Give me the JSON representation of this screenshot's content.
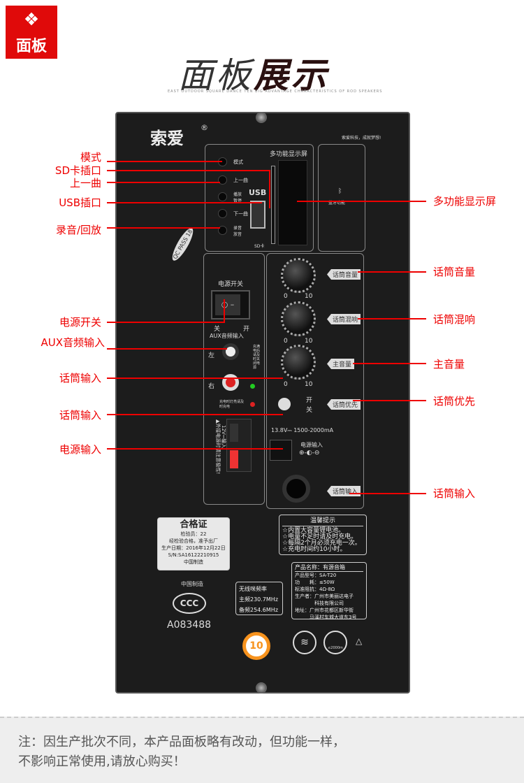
{
  "badge": {
    "label": "面板",
    "icon": "diamond-grid-icon"
  },
  "header": {
    "title_light": "面板",
    "title_bold": "展示",
    "subtitle": "EAST OUTDOOR SQUARE DANCE TEN BIG ADVANTAGE CHARACTERISTICS OF ROD SPEAKERS"
  },
  "panel": {
    "brand": "索爱",
    "reg": "®",
    "slogan": "索爱科技，成就梦想!",
    "display_title": "多功能显示屏",
    "bluetooth": "蓝牙功能",
    "usb": "USB",
    "sd": "SD卡",
    "sd_slot": "SD卡插口",
    "buttons": [
      "模式",
      "上一曲",
      "播放暂停",
      "下一曲",
      "录音放音"
    ],
    "power_switch": "电源开关",
    "off": "关",
    "on": "开",
    "aux": "AUX音频输入",
    "left": "左",
    "right": "右",
    "led_text": "充满电后请及时关闭电源",
    "charging_text": "充电时灯亮请及时充电",
    "knob_scale": [
      "0",
      "10"
    ],
    "knob_tags": [
      "话筒音量",
      "话筒混响",
      "主音量",
      "话筒优先",
      "话筒输入"
    ],
    "switch_on": "开",
    "switch_off": "关",
    "dc_spec": "13.8V⎓ 1500-2000mA",
    "dc_label": "电源输入",
    "dc_symbol": "⊕-◐-⊖",
    "batt_label": "12V⎓输入",
    "batt_warn": "▲外接电源时请注意极性!",
    "qc": "QC PASS 18",
    "tips": {
      "title": "温馨提示",
      "items": [
        "☆内置大容量锂电池。",
        "☆电量不足时请及时充电。",
        "☆每隔2个月必须充电一次。",
        "☆充电时间约10小时。"
      ]
    },
    "product": {
      "title": "产品名称：有源音箱",
      "rows": [
        "产品型号：SA-T20",
        "功　　耗：≤50W",
        "标准阻抗：4Ω-8Ω",
        "生产者：广州市美丽达电子",
        "　　　　科技有限公司",
        "地址：广州市花都区新华街",
        "　　　马溪村车城大道东3号"
      ]
    },
    "cert": {
      "title": "合格证",
      "inspector": "检验员：22",
      "passed": "经检验合格，准予出厂",
      "date": "生产日期：2016年12月22日",
      "sn": "S/N:SA16122210915",
      "made": "中国制造"
    },
    "made_in": "中国制造",
    "ccc": "CCC",
    "ccc_code": "A083488",
    "freq": {
      "title": "无线咪频率",
      "main": "主频230.7MHz",
      "backup": "备频254.6MHz"
    },
    "eco": "10",
    "altitude": "≤2000m"
  },
  "callouts_left": [
    "模式",
    "SD卡插口",
    "上一曲",
    "USB插口",
    "录音/回放",
    "电源开关",
    "AUX音频输入",
    "话筒输入",
    "话筒输入",
    "电源输入"
  ],
  "callouts_right": [
    "多功能显示屏",
    "话筒音量",
    "话筒混响",
    "主音量",
    "话筒优先",
    "话筒输入"
  ],
  "note": {
    "line1": "注：因生产批次不同，本产品面板略有改动，但功能一样，",
    "line2": "不影响正常使用,请放心购买！"
  }
}
